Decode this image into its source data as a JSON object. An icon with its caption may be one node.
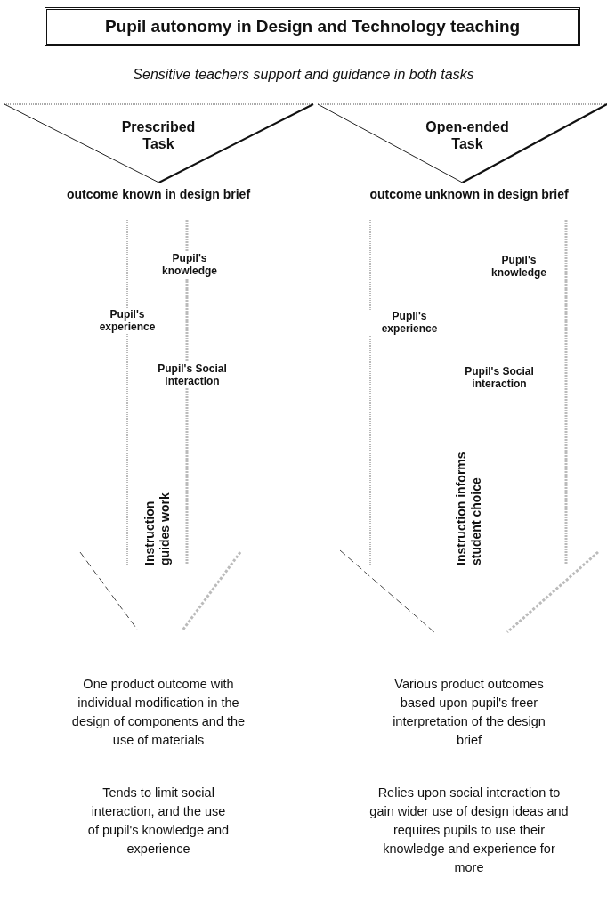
{
  "diagram": {
    "title": "Pupil autonomy in Design and Technology teaching",
    "nodes": [
      {
        "text": [
          "Prescribed Task"
        ],
        "beside": [
          "outcome known in design brief"
        ]
      },
      {
        "text": [
          "Open-ended Task"
        ],
        "beside": [
          "outcome unknown in design brief"
        ]
      },
      {
        "text": [
          "Pupil's knowledge",
          "Pupil's experience",
          "Pupil's Social interaction",
          "Instruction guides work"
        ]
      },
      {
        "text": [
          "Pupil's knowledge",
          "Pupil's experience",
          "Pupil's Social interaction",
          "Instruction informs student choice"
        ]
      }
    ],
    "edges": [],
    "labels": [
      "Sensitive teachers support and guidance in both tasks",
      "One product outcome with individual modification in the design of components and the use of materials",
      "Various product outcomes based upon pupil's freer interpretation of the design brief",
      "Tends to limit social interaction, and the use of pupil's knowledge and experience",
      "Relies upon social interaction to gain wider use of design ideas and requires pupils to use their knowledge and experience for more"
    ]
  }
}
